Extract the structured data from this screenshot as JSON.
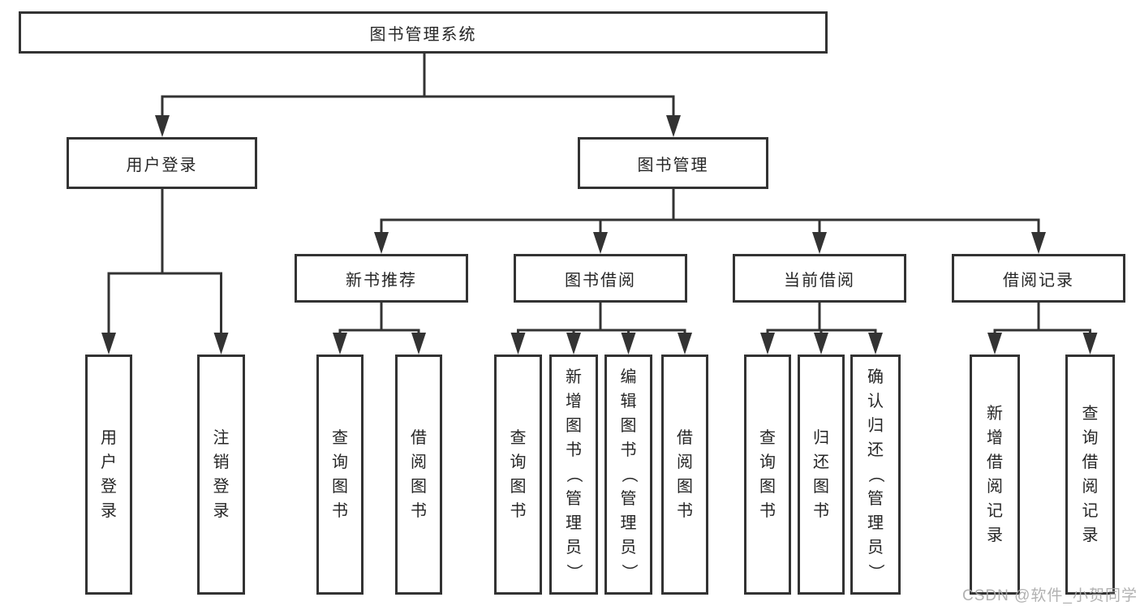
{
  "diagram": {
    "type": "hierarchy-tree",
    "tree": {
      "label": "图书管理系统",
      "children": [
        {
          "label": "用户登录",
          "children": [
            {
              "label": "用户登录"
            },
            {
              "label": "注销登录"
            }
          ]
        },
        {
          "label": "图书管理",
          "children": [
            {
              "label": "新书推荐",
              "children": [
                {
                  "label": "查询图书"
                },
                {
                  "label": "借阅图书"
                }
              ]
            },
            {
              "label": "图书借阅",
              "children": [
                {
                  "label": "查询图书"
                },
                {
                  "label": "新增图书（管理员）"
                },
                {
                  "label": "编辑图书（管理员）"
                },
                {
                  "label": "借阅图书"
                }
              ]
            },
            {
              "label": "当前借阅",
              "children": [
                {
                  "label": "查询图书"
                },
                {
                  "label": "归还图书"
                },
                {
                  "label": "确认归还（管理员）"
                }
              ]
            },
            {
              "label": "借阅记录",
              "children": [
                {
                  "label": "新增借阅记录"
                },
                {
                  "label": "查询借阅记录"
                }
              ]
            }
          ]
        }
      ]
    },
    "colors": {
      "line": "#333333",
      "box_border": "#333333",
      "box_fill": "#ffffff",
      "text": "#262626",
      "watermark": "#a9a9a9",
      "background": "#ffffff"
    }
  },
  "watermark": {
    "text": "CSDN @软件_小贺同学"
  }
}
